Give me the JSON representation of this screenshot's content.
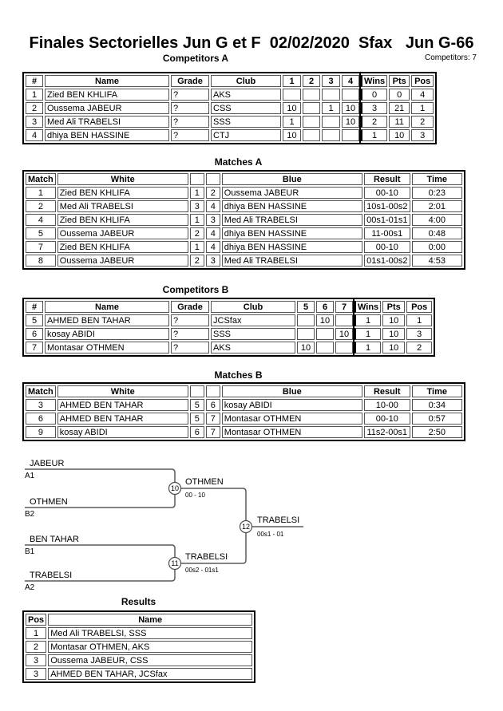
{
  "title": "Finales Sectorielles Jun G et F  02/02/2020  Sfax   Jun G-66",
  "competitors_count_label": "Competitors: 7",
  "sections": {
    "comp_a_label": "Competitors A",
    "matches_a_label": "Matches A",
    "comp_b_label": "Competitors B",
    "matches_b_label": "Matches B",
    "results_label": "Results"
  },
  "colors": {
    "text": "#000000",
    "grid_line": "#555555",
    "outer_border": "#000000"
  },
  "tables": {
    "comp_a": {
      "header": [
        "#",
        "Name",
        "Grade",
        "Club",
        "1",
        "2",
        "3",
        "4",
        "Wins",
        "Pts",
        "Pos"
      ],
      "rows": [
        [
          "1",
          "Zied BEN KHLIFA",
          "?",
          "AKS",
          "",
          "",
          "",
          "",
          "0",
          "0",
          "4"
        ],
        [
          "2",
          "Oussema JABEUR",
          "?",
          "CSS",
          "10",
          "",
          "1",
          "10",
          "3",
          "21",
          "1"
        ],
        [
          "3",
          "Med Ali TRABELSI",
          "?",
          "SSS",
          "1",
          "",
          "",
          "10",
          "2",
          "11",
          "2"
        ],
        [
          "4",
          "dhiya BEN HASSINE",
          "?",
          "CTJ",
          "10",
          "",
          "",
          "",
          "1",
          "10",
          "3"
        ]
      ]
    },
    "matches_a": {
      "header": [
        "Match",
        "White",
        "",
        "",
        "Blue",
        "Result",
        "Time"
      ],
      "rows": [
        [
          "1",
          "Zied BEN KHLIFA",
          "1",
          "2",
          "Oussema JABEUR",
          "00-10",
          "0:23"
        ],
        [
          "2",
          "Med Ali TRABELSI",
          "3",
          "4",
          "dhiya BEN HASSINE",
          "10s1-00s2",
          "2:01"
        ],
        [
          "4",
          "Zied BEN KHLIFA",
          "1",
          "3",
          "Med Ali TRABELSI",
          "00s1-01s1",
          "4:00"
        ],
        [
          "5",
          "Oussema JABEUR",
          "2",
          "4",
          "dhiya BEN HASSINE",
          "11-00s1",
          "0:48"
        ],
        [
          "7",
          "Zied BEN KHLIFA",
          "1",
          "4",
          "dhiya BEN HASSINE",
          "00-10",
          "0:00"
        ],
        [
          "8",
          "Oussema JABEUR",
          "2",
          "3",
          "Med Ali TRABELSI",
          "01s1-00s2",
          "4:53"
        ]
      ]
    },
    "comp_b": {
      "header": [
        "#",
        "Name",
        "Grade",
        "Club",
        "5",
        "6",
        "7",
        "Wins",
        "Pts",
        "Pos"
      ],
      "rows": [
        [
          "5",
          "AHMED BEN TAHAR",
          "?",
          "JCSfax",
          "",
          "10",
          "",
          "1",
          "10",
          "1"
        ],
        [
          "6",
          "kosay ABIDI",
          "?",
          "SSS",
          "",
          "",
          "10",
          "1",
          "10",
          "3"
        ],
        [
          "7",
          "Montasar OTHMEN",
          "?",
          "AKS",
          "10",
          "",
          "",
          "1",
          "10",
          "2"
        ]
      ]
    },
    "matches_b": {
      "header": [
        "Match",
        "White",
        "",
        "",
        "Blue",
        "Result",
        "Time"
      ],
      "rows": [
        [
          "3",
          "AHMED BEN TAHAR",
          "5",
          "6",
          "kosay ABIDI",
          "10-00",
          "0:34"
        ],
        [
          "6",
          "AHMED BEN TAHAR",
          "5",
          "7",
          "Montasar OTHMEN",
          "00-10",
          "0:57"
        ],
        [
          "9",
          "kosay ABIDI",
          "6",
          "7",
          "Montasar OTHMEN",
          "11s2-00s1",
          "2:50"
        ]
      ]
    },
    "results": {
      "header": [
        "Pos",
        "Name"
      ],
      "rows": [
        [
          "1",
          "Med Ali TRABELSI, SSS"
        ],
        [
          "2",
          "Montasar OTHMEN, AKS"
        ],
        [
          "3",
          "Oussema JABEUR, CSS"
        ],
        [
          "3",
          "AHMED BEN TAHAR, JCSfax"
        ]
      ]
    }
  },
  "bracket": {
    "slots": [
      {
        "name": "JABEUR",
        "seed": "A1"
      },
      {
        "name": "OTHMEN",
        "seed": "B2"
      },
      {
        "name": "BEN TAHAR",
        "seed": "B1"
      },
      {
        "name": "TRABELSI",
        "seed": "A2"
      }
    ],
    "matches": {
      "semi1": {
        "number": "10",
        "winner": "OTHMEN",
        "score": "00 - 10"
      },
      "semi2": {
        "number": "11",
        "winner": "TRABELSI",
        "score": "00s2 - 01s1"
      },
      "final": {
        "number": "12",
        "winner": "TRABELSI",
        "score": "00s1 - 01"
      }
    }
  }
}
